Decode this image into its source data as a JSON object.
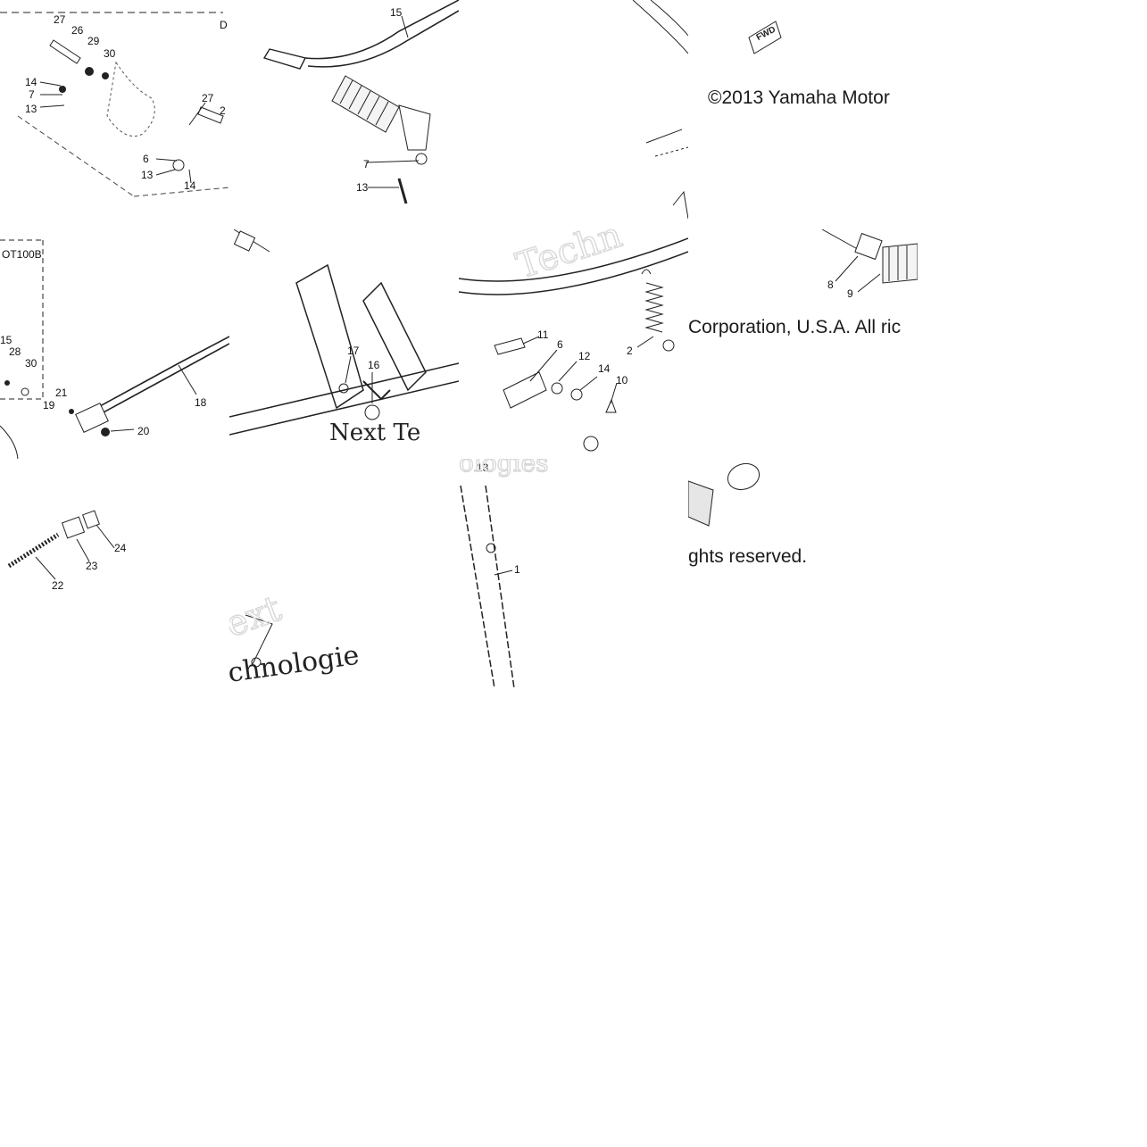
{
  "copyright": {
    "part1": "©2013 Yamaha Motor",
    "part2": "Corporation, U.S.A. All ric",
    "part3": "ghts reserved."
  },
  "watermark": {
    "words": [
      "Techn",
      "Next Te",
      "ologies",
      "ext",
      "chnologie"
    ]
  },
  "frame_labels": {
    "d": "D",
    "opt": "OT100B"
  },
  "fwd_mark": "FWD",
  "callouts": {
    "t1": [
      "27",
      "26",
      "29",
      "30",
      "14",
      "7",
      "13",
      "27",
      "2",
      "6",
      "13",
      "14"
    ],
    "t2": [
      "15",
      "7",
      "13"
    ],
    "t4": [
      "15",
      "28",
      "30",
      "21",
      "19",
      "18",
      "20",
      "22",
      "23",
      "24"
    ],
    "t5": [
      "17",
      "16",
      "11",
      "6",
      "12",
      "14",
      "10",
      "2",
      "13",
      "1"
    ],
    "t6": [
      "8",
      "9"
    ]
  },
  "colors": {
    "ink": "#111111",
    "background": "#ffffff",
    "watermark": "#d8d8d8"
  }
}
